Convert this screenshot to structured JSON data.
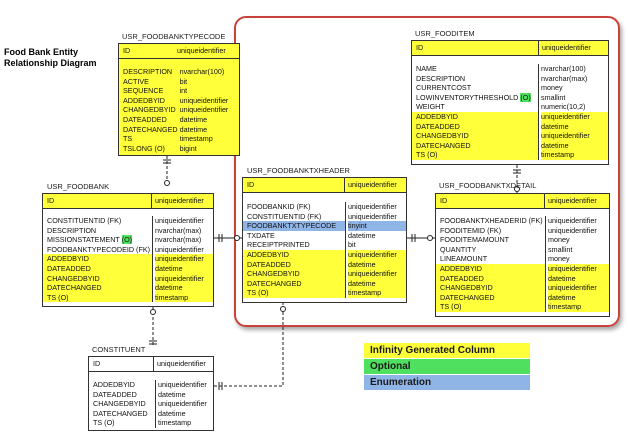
{
  "diagram_title": [
    "Food Bank Entity",
    "Relationship Diagram"
  ],
  "tables": {
    "typecode": {
      "title": "USR_FOODBANKTYPECODE",
      "pk": {
        "name": "ID",
        "type": "uniqueidentifier"
      },
      "columns": [
        {
          "name": "DESCRIPTION",
          "type": "nvarchar(100)"
        },
        {
          "name": "ACTIVE",
          "type": "bit"
        },
        {
          "name": "SEQUENCE",
          "type": "int"
        },
        {
          "name": "ADDEDBYID",
          "type": "uniqueidentifier"
        },
        {
          "name": "CHANGEDBYID",
          "type": "uniqueidentifier"
        },
        {
          "name": "DATEADDED",
          "type": "datetime"
        },
        {
          "name": "DATECHANGED",
          "type": "datetime"
        },
        {
          "name": "TS",
          "type": "timestamp"
        },
        {
          "name": "TSLONG (O)",
          "type": "bigint"
        }
      ]
    },
    "fooditem": {
      "title": "USR_FOODITEM",
      "pk": {
        "name": "ID",
        "type": "uniqueidentifier"
      },
      "columns": [
        {
          "name": "NAME",
          "type": "nvarchar(100)"
        },
        {
          "name": "DESCRIPTION",
          "type": "nvarchar(max)"
        },
        {
          "name": "CURRENTCOST",
          "type": "money"
        },
        {
          "name": "LOWINVENTORYTHRESHOLD",
          "optional": "(O)",
          "type": "smallint"
        },
        {
          "name": "WEIGHT",
          "type": "numeric(10,2)"
        },
        {
          "name": "ADDEDBYID",
          "type": "uniqueidentifier"
        },
        {
          "name": "DATEADDED",
          "type": "datetime"
        },
        {
          "name": "CHANGEDBYID",
          "type": "uniqueidentifier"
        },
        {
          "name": "DATECHANGED",
          "type": "datetime"
        },
        {
          "name": "TS (O)",
          "type": "timestamp"
        }
      ]
    },
    "foodbank": {
      "title": "USR_FOODBANK",
      "pk": {
        "name": "ID",
        "type": "uniqueidentifier"
      },
      "columns": [
        {
          "name": "CONSTITUENTID (FK)",
          "type": "uniqueidentifier"
        },
        {
          "name": "DESCRIPTION",
          "type": "nvarchar(max)"
        },
        {
          "name": "MISSIONSTATEMENT",
          "optional": "(O)",
          "type": "nvarchar(max)"
        },
        {
          "name": "FOODBANKTYPECODEID (FK)",
          "type": "uniqueidentifier"
        },
        {
          "name": "ADDEDBYID",
          "type": "uniqueidentifier"
        },
        {
          "name": "DATEADDED",
          "type": "datetime"
        },
        {
          "name": "CHANGEDBYID",
          "type": "uniqueidentifier"
        },
        {
          "name": "DATECHANGED",
          "type": "datetime"
        },
        {
          "name": "TS (O)",
          "type": "timestamp"
        }
      ]
    },
    "txheader": {
      "title": "USR_FOODBANKTXHEADER",
      "pk": {
        "name": "ID",
        "type": "uniqueidentifier"
      },
      "columns": [
        {
          "name": "FOODBANKID (FK)",
          "type": "uniqueidentifier"
        },
        {
          "name": "CONSTITUENTID (FK)",
          "type": "uniqueidentifier"
        },
        {
          "name": "FOODBANKTXTYPECODE",
          "type": "tinyint"
        },
        {
          "name": "TXDATE",
          "type": "datetime"
        },
        {
          "name": "RECEIPTPRINTED",
          "type": "bit"
        },
        {
          "name": "ADDEDBYID",
          "type": "uniqueidentifier"
        },
        {
          "name": "DATEADDED",
          "type": "datetime"
        },
        {
          "name": "CHANGEDBYID",
          "type": "uniqueidentifier"
        },
        {
          "name": "DATECHANGED",
          "type": "datetime"
        },
        {
          "name": "TS (O)",
          "type": "timestamp"
        }
      ]
    },
    "txdetail": {
      "title": "USR_FOODBANKTXDETAIL",
      "pk": {
        "name": "ID",
        "type": "uniqueidentifier"
      },
      "columns": [
        {
          "name": "FOODBANKTXHEADERID (FK)",
          "type": "uniqueidentifier"
        },
        {
          "name": "FOODITEMID (FK)",
          "type": "uniqueidentifier"
        },
        {
          "name": "FOODITEMAMOUNT",
          "type": "money"
        },
        {
          "name": "QUANTITY",
          "type": "smallint"
        },
        {
          "name": "LINEAMOUNT",
          "type": "money"
        },
        {
          "name": "ADDEDBYID",
          "type": "uniqueidentifier"
        },
        {
          "name": "DATEADDED",
          "type": "datetime"
        },
        {
          "name": "CHANGEDBYID",
          "type": "uniqueidentifier"
        },
        {
          "name": "DATECHANGED",
          "type": "datetime"
        },
        {
          "name": "TS (O)",
          "type": "timestamp"
        }
      ]
    },
    "constituent": {
      "title": "CONSTITUENT",
      "pk": {
        "name": "ID",
        "type": "uniqueidentifier"
      },
      "columns": [
        {
          "name": "ADDEDBYID",
          "type": "uniqueidentifier"
        },
        {
          "name": "DATEADDED",
          "type": "datetime"
        },
        {
          "name": "CHANGEDBYID",
          "type": "uniqueidentifier"
        },
        {
          "name": "DATECHANGED",
          "type": "datetime"
        },
        {
          "name": "TS (O)",
          "type": "timestamp"
        }
      ]
    }
  },
  "legend": [
    {
      "label": "Infinity Generated Column",
      "color": "#ffff3a"
    },
    {
      "label": "Optional",
      "color": "#50e060"
    },
    {
      "label": "Enumeration",
      "color": "#8fb5e6"
    }
  ],
  "colors": {
    "generated": "#ffff3a",
    "optional": "#50e060",
    "enumeration": "#8fb5e6",
    "region_border": "#c8413a"
  }
}
